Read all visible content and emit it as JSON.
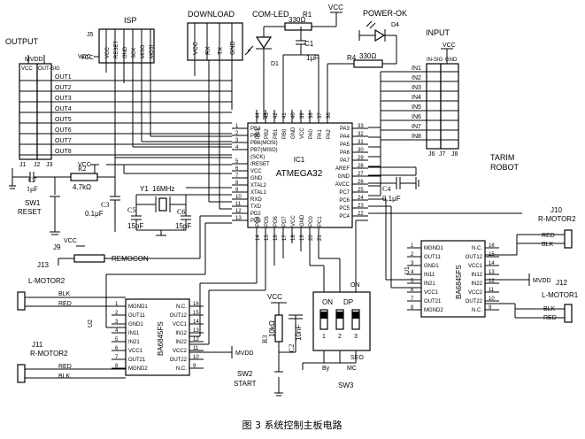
{
  "caption": "图 3   系统控制主板电路",
  "ic1": {
    "ref": "IC1",
    "part": "ATMEGA32",
    "left_pins": [
      {
        "num": "1",
        "name": "PB4"
      },
      {
        "num": "2",
        "name": "PB5"
      },
      {
        "num": "3",
        "name": "PB6(MOSI)"
      },
      {
        "num": "4",
        "name": "PB7(MISO)"
      },
      {
        "num": "",
        "name": "(SCK)"
      },
      {
        "num": "5",
        "name": "/RESET"
      },
      {
        "num": "6",
        "name": "VCC"
      },
      {
        "num": "7",
        "name": "GND"
      },
      {
        "num": "8",
        "name": "XTAL2"
      },
      {
        "num": "9",
        "name": "XTAL1"
      },
      {
        "num": "10",
        "name": "RXD"
      },
      {
        "num": "11",
        "name": "TXD"
      },
      {
        "num": "12",
        "name": "PD2"
      },
      {
        "num": "13",
        "name": "PD3"
      }
    ],
    "top_pins": [
      {
        "num": "44",
        "name": "PB3"
      },
      {
        "num": "43",
        "name": "PB2"
      },
      {
        "num": "42",
        "name": "PB1"
      },
      {
        "num": "41",
        "name": "PB0"
      },
      {
        "num": "40",
        "name": "GND"
      },
      {
        "num": "39",
        "name": "VCC"
      },
      {
        "num": "38",
        "name": "PA0"
      },
      {
        "num": "37",
        "name": "PA1"
      },
      {
        "num": "36",
        "name": "PA2"
      }
    ],
    "right_pins": [
      {
        "num": "33",
        "name": "PA3"
      },
      {
        "num": "32",
        "name": "PA4"
      },
      {
        "num": "31",
        "name": "PA5"
      },
      {
        "num": "30",
        "name": "PA6"
      },
      {
        "num": "29",
        "name": "PA7"
      },
      {
        "num": "28",
        "name": "AREF"
      },
      {
        "num": "27",
        "name": "GND"
      },
      {
        "num": "26",
        "name": "AVCC"
      },
      {
        "num": "25",
        "name": "PC7"
      },
      {
        "num": "24",
        "name": "PC6"
      },
      {
        "num": "23",
        "name": "PC5"
      },
      {
        "num": "22",
        "name": "PC4"
      }
    ],
    "bottom_pins": [
      {
        "num": "14",
        "name": "PD4"
      },
      {
        "num": "15",
        "name": "PD5"
      },
      {
        "num": "16",
        "name": "PD6"
      },
      {
        "num": "17",
        "name": "PD7"
      },
      {
        "num": "18",
        "name": "VCC"
      },
      {
        "num": "19",
        "name": "GND"
      },
      {
        "num": "20",
        "name": "PC0"
      },
      {
        "num": "21",
        "name": "PC1"
      }
    ]
  },
  "output": {
    "title": "OUTPUT",
    "vcc_label": "MVDD",
    "col1": "VCC",
    "col2": "OUT-SIG",
    "signals": [
      "OUT1",
      "OUT2",
      "OUT3",
      "OUT4",
      "OUT5",
      "OUT6",
      "OUT7",
      "OUT8"
    ],
    "j1": "J1",
    "j2": "J2",
    "j3": "J3",
    "vcc": "VCC"
  },
  "isp": {
    "title": "ISP",
    "ref": "J5",
    "pins": [
      "VCC",
      "RESET",
      "GND",
      "SCK",
      "MISO",
      "MOSI"
    ],
    "vcc": "VCC"
  },
  "download": {
    "title": "DOWNLOAD",
    "pins": [
      "VCC",
      "RX",
      "TX",
      "GND"
    ]
  },
  "com_led": {
    "title": "COM-LED",
    "ref": "D1"
  },
  "r1": {
    "ref": "R1",
    "value": "330Ω"
  },
  "c1": {
    "ref": "C1",
    "value": "1μF"
  },
  "vcc_top": "VCC",
  "power_ok": {
    "title": "POWER-OK",
    "ref": "D4"
  },
  "r4": {
    "ref": "R4",
    "value": "330Ω"
  },
  "input": {
    "title": "INPUT",
    "vcc": "VCC",
    "col1": "IN-SIG",
    "col2": "GND",
    "signals": [
      "IN1",
      "IN2",
      "IN3",
      "IN4",
      "IN5",
      "IN6",
      "IN7",
      "IN8"
    ],
    "j6": "J6",
    "j7": "J7",
    "j8": "J8"
  },
  "brand": {
    "line1": "TARIM",
    "line2": "ROBOT"
  },
  "c7": {
    "ref": "C7",
    "value": "1μF"
  },
  "r2": {
    "ref": "R2",
    "value": "4.7kΩ"
  },
  "sw1": {
    "ref": "SW1",
    "label": "RESET"
  },
  "c3": {
    "ref": "C3",
    "value": "0.1μF"
  },
  "y1": {
    "ref": "Y1",
    "value": "16MHz"
  },
  "c5": {
    "ref": "C5",
    "value": "15pF"
  },
  "c6": {
    "ref": "C6",
    "value": "15pF"
  },
  "c4": {
    "ref": "C4",
    "value": "0.1μF"
  },
  "vcc_mid": "VCC",
  "j9": {
    "ref": "J9",
    "label": "REMOCON",
    "vcc": "VCC"
  },
  "driver_pins": {
    "left": [
      {
        "num": "1",
        "name": "MGND1"
      },
      {
        "num": "2",
        "name": "OUT11"
      },
      {
        "num": "3",
        "name": "GND1"
      },
      {
        "num": "4",
        "name": "IN11"
      },
      {
        "num": "5",
        "name": "IN21"
      },
      {
        "num": "6",
        "name": "VCC1"
      },
      {
        "num": "7",
        "name": "OUT21"
      },
      {
        "num": "8",
        "name": "MGND2"
      }
    ],
    "right": [
      {
        "num": "16",
        "name": "N.C."
      },
      {
        "num": "15",
        "name": "OUT12"
      },
      {
        "num": "14",
        "name": "VCC1"
      },
      {
        "num": "13",
        "name": "IN12"
      },
      {
        "num": "12",
        "name": "IN22"
      },
      {
        "num": "11",
        "name": "VCC2"
      },
      {
        "num": "10",
        "name": "OUT22"
      },
      {
        "num": "9",
        "name": "N.C."
      }
    ]
  },
  "u1": {
    "ref": "U1",
    "part": "BA6845FS"
  },
  "u2": {
    "ref": "U2",
    "part": "BA6845FS"
  },
  "j10": {
    "ref": "J10",
    "label": "R-MOTOR2",
    "wire1": "RED",
    "wire2": "BLK"
  },
  "j12": {
    "ref": "J12",
    "label": "L-MOTOR1",
    "wire1": "BLK",
    "wire2": "RED"
  },
  "j13": {
    "ref": "J13",
    "label": "L-MOTOR2",
    "wire1": "BLK",
    "wire2": "RED"
  },
  "j11": {
    "ref": "J11",
    "label": "R-MOTOR2",
    "wire1": "RED",
    "wire2": "BLK"
  },
  "mvdd1": "MVDD",
  "mvdd2": "MVDD",
  "sw2": {
    "ref": "SW2",
    "label": "START",
    "vcc": "VCC"
  },
  "r3": {
    "ref": "R3",
    "value": "10kΩ"
  },
  "c2": {
    "ref": "C2",
    "value": "10nF"
  },
  "sw3": {
    "ref": "SW3",
    "on_top": "ON",
    "on": "ON",
    "dp": "DP",
    "nums": [
      "1",
      "2",
      "3"
    ],
    "seo": "SEO",
    "by": "By",
    "mc": "MC"
  }
}
